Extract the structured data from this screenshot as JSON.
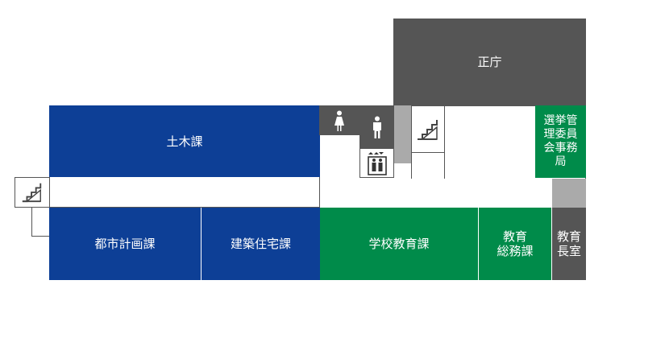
{
  "colors": {
    "department_blue": "#0d3f96",
    "education_green": "#008b4a",
    "dark_room": "#555555",
    "service_gray": "#aaaaaa"
  },
  "rooms": {
    "main_hall": "正庁",
    "civil_engineering": "土木課",
    "election_committee": "選挙管\n理委員\n会事務\n局",
    "urban_planning": "都市計画課",
    "building_housing": "建築住宅課",
    "school_education": "学校教育課",
    "education_general_affairs": "教育\n総務課",
    "superintendent_office": "教育\n長室"
  },
  "icons": {
    "womens_restroom": "woman-icon",
    "mens_restroom": "man-icon",
    "elevator": "elevator-icon",
    "stairs": "stairs-icon"
  }
}
